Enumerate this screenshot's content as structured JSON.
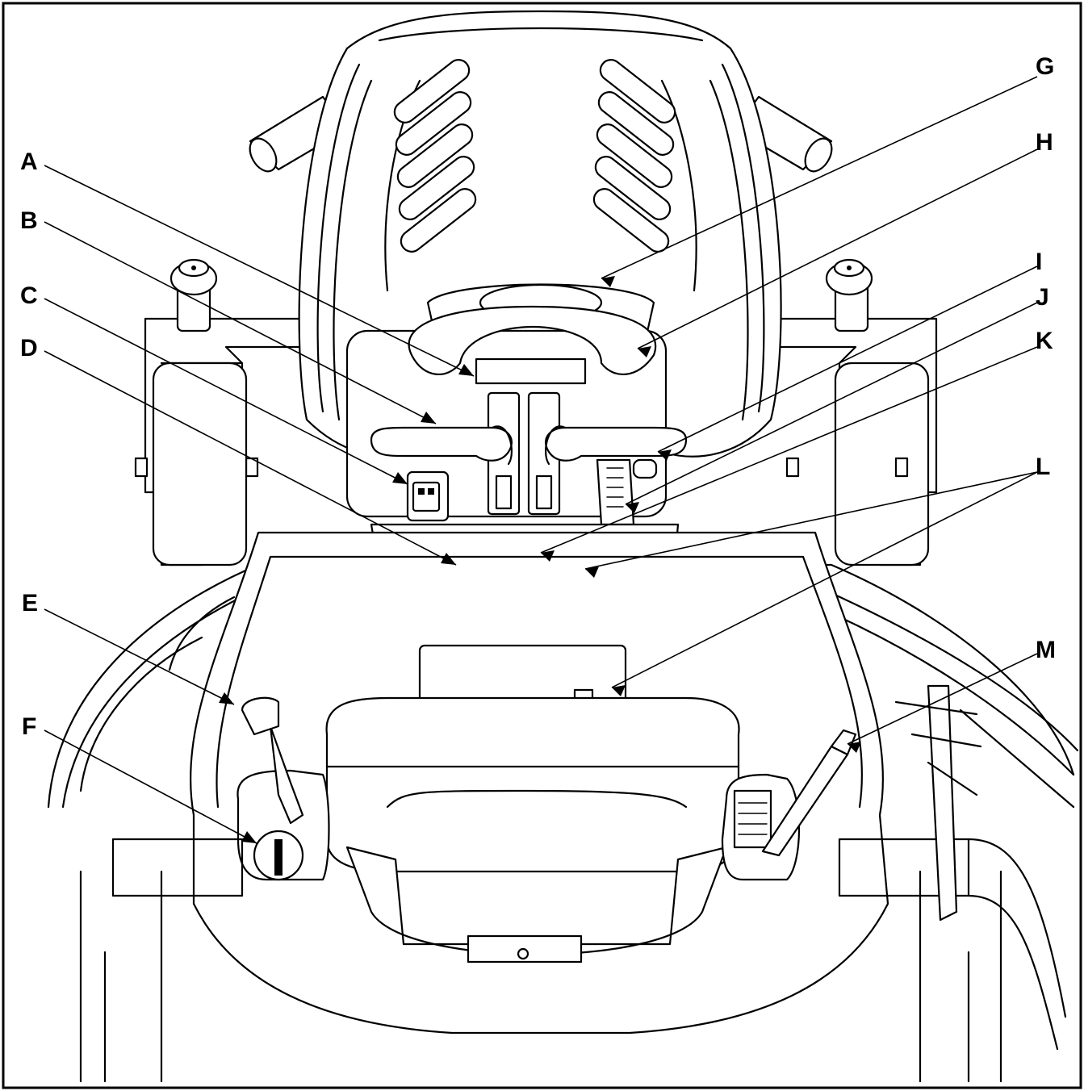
{
  "callouts": [
    {
      "letter": "A"
    },
    {
      "letter": "B"
    },
    {
      "letter": "C"
    },
    {
      "letter": "D"
    },
    {
      "letter": "E"
    },
    {
      "letter": "F"
    },
    {
      "letter": "G"
    },
    {
      "letter": "H"
    },
    {
      "letter": "I"
    },
    {
      "letter": "J"
    },
    {
      "letter": "K"
    },
    {
      "letter": "L"
    },
    {
      "letter": "M"
    }
  ]
}
